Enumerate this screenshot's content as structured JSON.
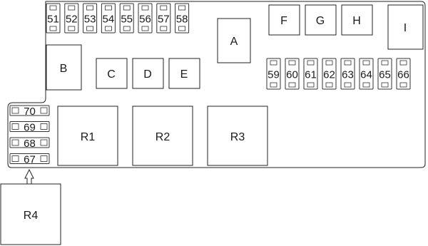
{
  "fuse_box": {
    "top_fuses": [
      "51",
      "52",
      "53",
      "54",
      "55",
      "56",
      "57",
      "58"
    ],
    "right_fuses": [
      "59",
      "60",
      "61",
      "62",
      "63",
      "64",
      "65",
      "66"
    ],
    "left_fuses": [
      "70",
      "69",
      "68",
      "67"
    ],
    "small_blocks": {
      "A": "A",
      "B": "B",
      "C": "C",
      "D": "D",
      "E": "E",
      "F": "F",
      "G": "G",
      "H": "H",
      "I": "I"
    },
    "relays": {
      "R1": "R1",
      "R2": "R2",
      "R3": "R3",
      "R4": "R4"
    }
  }
}
